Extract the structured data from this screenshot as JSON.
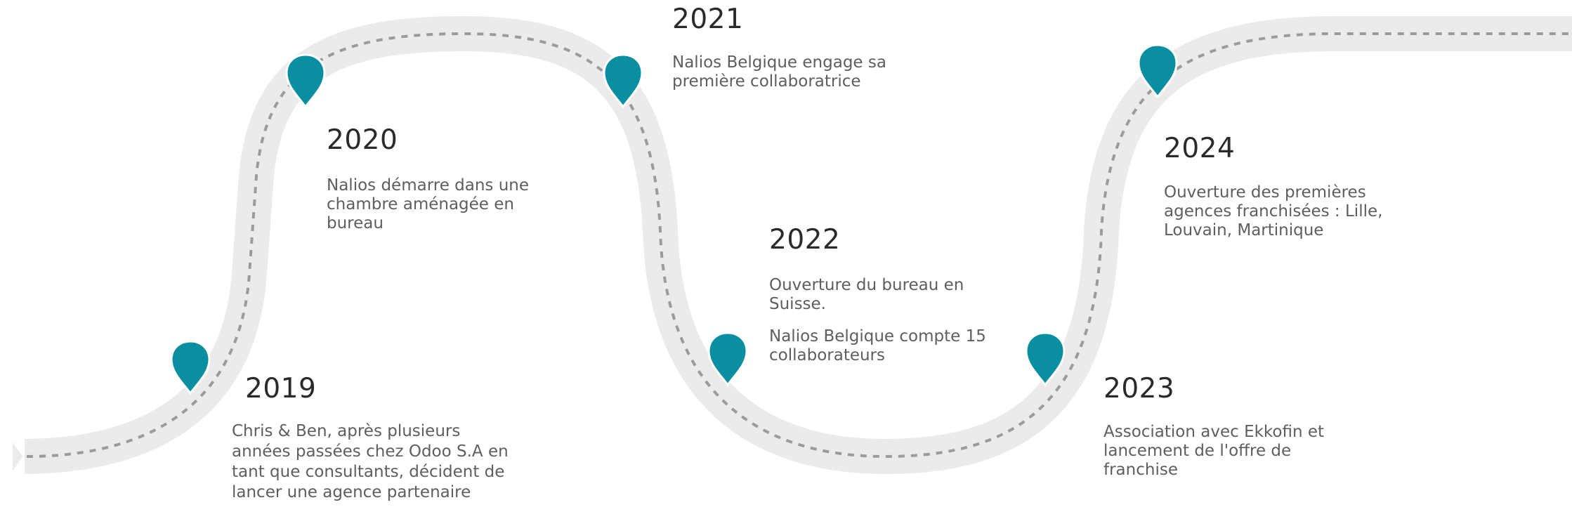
{
  "colors": {
    "road": "#ebebeb",
    "dash": "#9b9b9b",
    "pin": "#0a8fa1",
    "year": "#2a2a2a",
    "text": "#5e5e5e"
  },
  "icons": {
    "pin": "map-pin-icon"
  },
  "milestones": [
    {
      "year": "2019",
      "lines": [
        "Chris & Ben, après plusieurs années passées chez Odoo S.A en tant que consultants, décident de lancer une agence partenaire"
      ]
    },
    {
      "year": "2020",
      "lines": [
        "Nalios démarre dans une chambre aménagée en bureau"
      ]
    },
    {
      "year": "2021",
      "lines": [
        "Nalios Belgique engage sa première collaboratrice"
      ]
    },
    {
      "year": "2022",
      "lines": [
        "Ouverture du bureau en Suisse.",
        "Nalios Belgique compte 15 collaborateurs"
      ]
    },
    {
      "year": "2023",
      "lines": [
        "Association avec Ekkofin et lancement de l'offre de franchise"
      ]
    },
    {
      "year": "2024",
      "lines": [
        "Ouverture des premières agences franchisées : Lille, Louvain, Martinique"
      ]
    }
  ]
}
